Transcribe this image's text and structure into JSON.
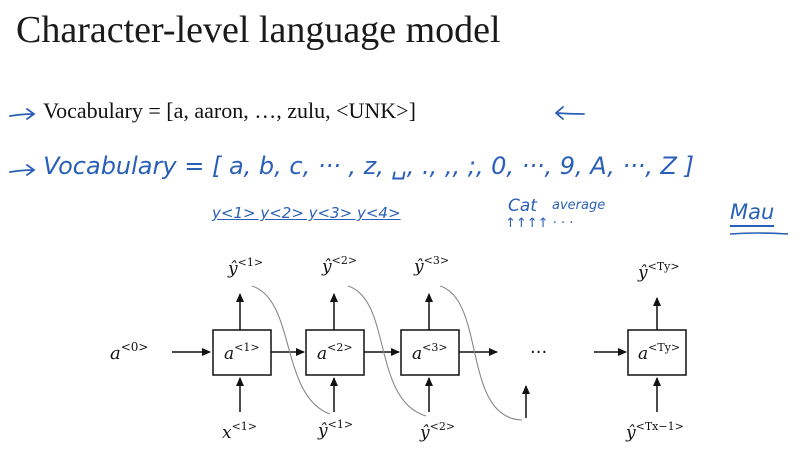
{
  "slide": {
    "title": "Character-level language model",
    "vocab_word": "Vocabulary = [a, aaron, …, zulu, <UNK>]",
    "vocab_char": "Vocabulary = [ a, b, c, ··· , z, ␣, ., ,, ;, 0, ···, 9, A, ···, Z ]",
    "hand_y": "y<1> y<2> y<3> y<4>",
    "hand_cat": "Cat",
    "hand_average": "average",
    "hand_arrows": "↑↑↑↑ · · ·",
    "hand_mau": "Mau",
    "ellipsis": "···"
  },
  "colors": {
    "ink": "#111111",
    "annotation_blue": "#2a5fb8",
    "skip_curve": "#888888"
  },
  "diagram": {
    "a0": {
      "base": "a",
      "sup": "<0>"
    },
    "cells": [
      {
        "base": "a",
        "sup": "<1>"
      },
      {
        "base": "a",
        "sup": "<2>"
      },
      {
        "base": "a",
        "sup": "<3>"
      },
      {
        "base": "a",
        "sup": "<Ty>"
      }
    ],
    "outputs": [
      {
        "base": "ŷ",
        "sup": "<1>"
      },
      {
        "base": "ŷ",
        "sup": "<2>"
      },
      {
        "base": "ŷ",
        "sup": "<3>"
      },
      {
        "base": "ŷ",
        "sup": "<Ty>"
      }
    ],
    "inputs": [
      {
        "base": "x",
        "sup": "<1>"
      },
      {
        "base": "ŷ",
        "sup": "<1>"
      },
      {
        "base": "ŷ",
        "sup": "<2>"
      },
      {
        "base": "ŷ",
        "sup": "<Tx−1>"
      }
    ]
  }
}
